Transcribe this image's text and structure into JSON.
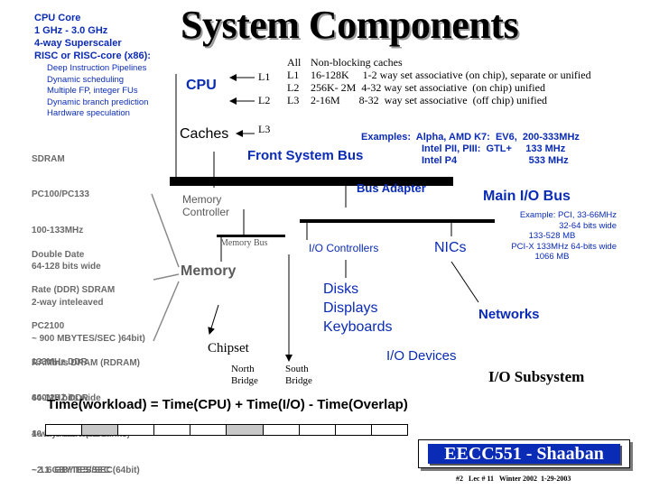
{
  "title": "System Components",
  "cpu_info": {
    "lines": [
      "CPU Core",
      "1 GHz - 3.0 GHz",
      "4-way Superscaler",
      "RISC or RISC-core (x86):"
    ],
    "features": [
      "Deep Instruction Pipelines",
      "Dynamic scheduling",
      "Multiple FP, integer FUs",
      "Dynamic branch prediction",
      "Hardware speculation"
    ]
  },
  "memory_types": {
    "sdram": [
      "SDRAM",
      "PC100/PC133",
      "100-133MHz",
      "64-128 bits wide",
      "2-way inteleaved",
      "~ 900 MBYTES/SEC )64bit)"
    ],
    "ddr": [
      "Double Date",
      "Rate (DDR) SDRAM",
      "PC2100",
      "133MHz DDR",
      "64-128 bits wide",
      "4-way interleaved",
      "~2.1 GBYTES/SEC (64bit)"
    ],
    "rambus": [
      "RAMbus DRAM (RDRAM)",
      "400MHZ DDR",
      "16 bits wide (32 banks)",
      "~ 1.6 GBYTES/SEC"
    ]
  },
  "components": {
    "cpu": "CPU",
    "caches": "Caches",
    "l1": "L1",
    "l2": "L2",
    "l3": "L3",
    "front_system_bus": "Front System Bus",
    "bus_adapter": "Bus Adapter",
    "main_io_bus": "Main I/O Bus",
    "memory_controller": [
      "Memory",
      "Controller"
    ],
    "memory_bus": "Memory Bus",
    "memory": "Memory",
    "io_controllers": "I/O Controllers",
    "nics": "NICs",
    "disks": [
      "Disks",
      "Displays",
      "Keyboards"
    ],
    "networks": "Networks",
    "chipset": "Chipset",
    "north_bridge": [
      "North",
      "Bridge"
    ],
    "south_bridge": [
      "South",
      "Bridge"
    ],
    "io_devices": "I/O Devices",
    "io_subsystem": "I/O Subsystem"
  },
  "cache_info": {
    "all": [
      "All",
      "Non-blocking caches"
    ],
    "l1": [
      "L1",
      "16-128K     1-2 way set associative (on chip), separate or unified"
    ],
    "l2": [
      "L2",
      "256K- 2M  4-32 way set associative  (on chip) unified"
    ],
    "l3": [
      "L3",
      "2-16M       8-32  way set associative  (off chip) unified"
    ]
  },
  "examples": {
    "label": "Examples:",
    "row1": "Alpha, AMD K7:  EV6,  200-333MHz",
    "row2": "Intel PII, PIII:  GTL+     133 MHz",
    "row3": "Intel P4                          533 MHz"
  },
  "pci_info": [
    "Example:  PCI,  33-66MHz",
    "32-64 bits wide",
    "133-528 MB",
    "PCI-X  133MHz  64-bits wide",
    "1066 MB"
  ],
  "equation": "Time(workload) = Time(CPU) + Time(I/O) - Time(Overlap)",
  "course": "EECC551 - Shaaban",
  "footer": "#2   Lec # 11   Winter 2002  1-29-2003",
  "colors": {
    "accent_blue": "#0a2bb5",
    "mem_text_gray": "#6a6a6a",
    "title_shadow": "#9a9a9a"
  }
}
